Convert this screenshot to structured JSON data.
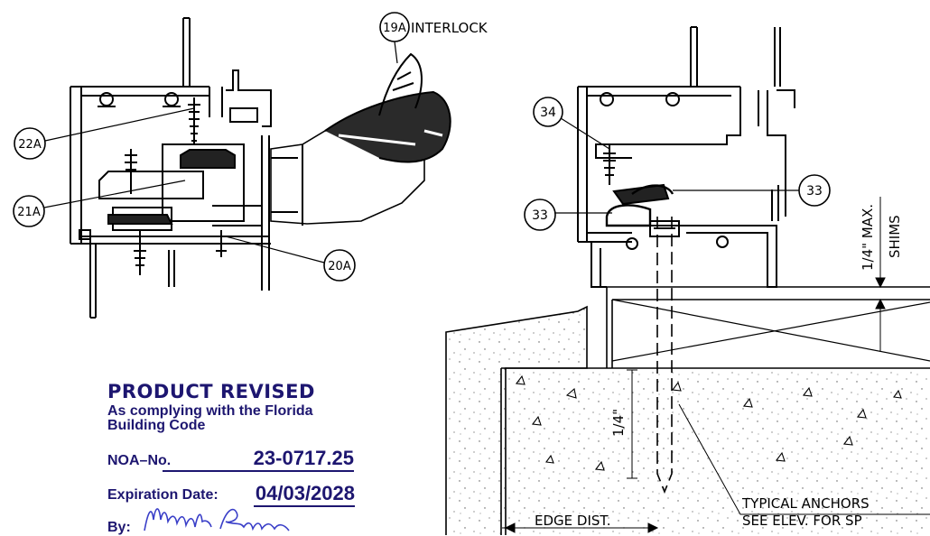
{
  "callouts": {
    "c19a": "19A",
    "interlock": "INTERLOCK",
    "c22a": "22A",
    "c21a": "21A",
    "c20a": "20A",
    "c34": "34",
    "c33_right": "33",
    "c33_left": "33"
  },
  "dimensions": {
    "max": "1/4\" MAX.",
    "shims": "SHIMS",
    "embed": "1/4\"",
    "edge_dist": "EDGE DIST."
  },
  "notes": {
    "anchors_line1": "TYPICAL ANCHORS",
    "anchors_line2": "SEE ELEV. FOR SP"
  },
  "stamp": {
    "title": "PRODUCT REVISED",
    "line1": "As complying with the Florida",
    "line2": "Building Code",
    "noa_label": "NOA–No.",
    "noa_value": "23-0717.25",
    "exp_label": "Expiration Date:",
    "exp_value": "04/03/2028",
    "by_label": "By:",
    "signature": "Manuel Perez"
  },
  "colors": {
    "ink": "#000000",
    "stamp": "#1d1670",
    "signature": "#3a3fc8",
    "hatch": "#555555"
  }
}
